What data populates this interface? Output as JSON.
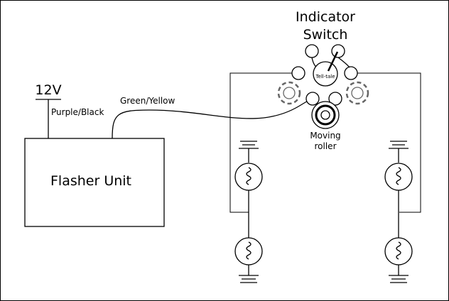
{
  "labels": {
    "voltage": "12V",
    "feed_wire": "Purple/Black",
    "output_wire": "Green/Yellow",
    "flasher_unit": "Flasher Unit",
    "switch_title_line1": "Indicator",
    "switch_title_line2": "Switch",
    "telltale": "Tell-tale",
    "roller_line1": "Moving",
    "roller_line2": "roller"
  },
  "colors": {
    "line": "#000000",
    "ghost_contact": "#666666"
  }
}
